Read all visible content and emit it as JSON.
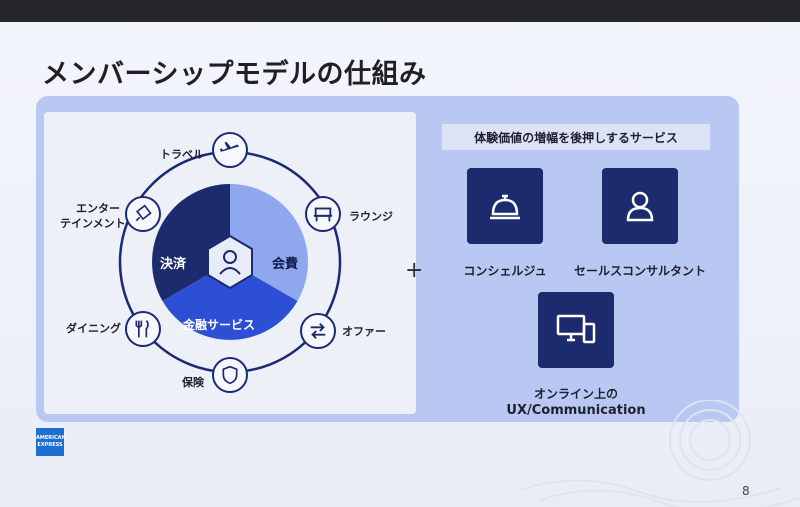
{
  "slide": {
    "title": "メンバーシップモデルの仕組み",
    "page_number": "8"
  },
  "model": {
    "segments": [
      "決済",
      "会費",
      "金融サービス"
    ],
    "ring_items": {
      "travel": "トラベル",
      "lounge": "ラウンジ",
      "offer": "オファー",
      "insurance": "保険",
      "dining": "ダイニング",
      "entertainment_line1": "エンター",
      "entertainment_line2": "テインメント"
    }
  },
  "services": {
    "header": "体験価値の増幅を後押しするサービス",
    "concierge": "コンシェルジュ",
    "sales_consultant": "セールスコンサルタント",
    "ux_line1": "オンライン上の",
    "ux_line2": "UX/Communication"
  },
  "plus_sign": "+",
  "logo": {
    "line1": "AMERICAN",
    "line2": "EXPRESS"
  },
  "colors": {
    "navy": "#1c2a6e",
    "blue": "#2c4fd6",
    "light_blue": "#8fa7ee",
    "panel": "#b9c8f2"
  },
  "icons": [
    "plane-icon",
    "lounge-icon",
    "offer-icon",
    "shield-icon",
    "dining-icon",
    "ticket-icon",
    "member-icon",
    "concierge-bell-icon",
    "person-icon",
    "devices-icon"
  ]
}
